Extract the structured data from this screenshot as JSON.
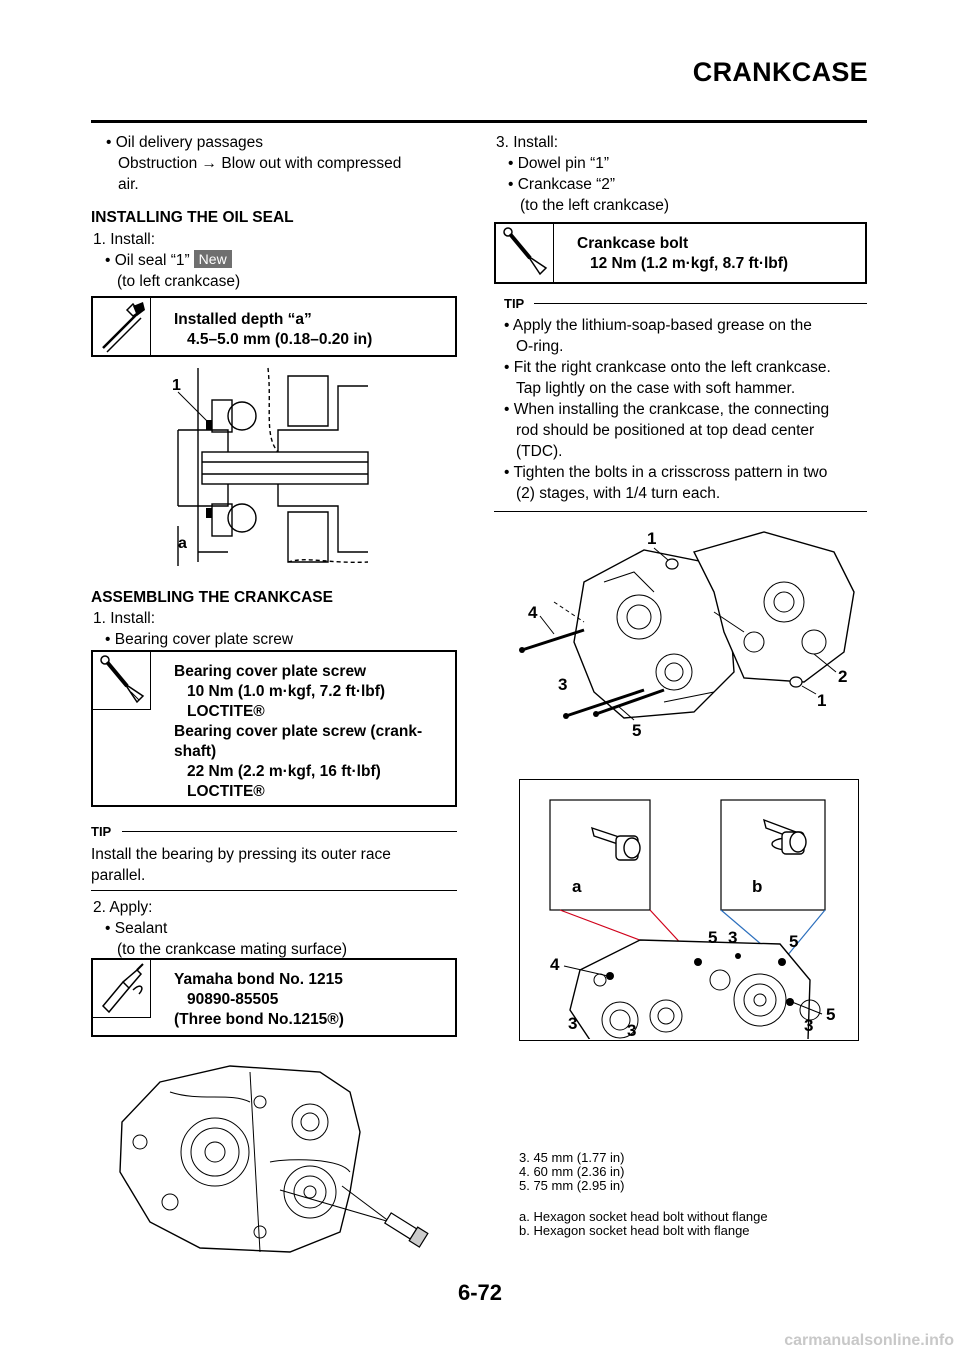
{
  "header": {
    "title": "CRANKCASE"
  },
  "left": {
    "oil_passage": {
      "bullet": "• Oil delivery passages",
      "line2": "Obstruction → Blow out with compressed",
      "line3": "air."
    },
    "oil_seal": {
      "heading": "INSTALLING THE OIL SEAL",
      "step1": "1. Install:",
      "bullet": "• Oil seal “1”",
      "badge": "New",
      "sub": "(to left crankcase)",
      "spec_title": "Installed depth “a”",
      "spec_value": "4.5–5.0 mm (0.18–0.20 in)",
      "fig_label_1": "1",
      "fig_label_a": "a"
    },
    "assembling": {
      "heading": "ASSEMBLING THE CRANKCASE",
      "step1": "1. Install:",
      "bullet": "• Bearing cover plate screw",
      "spec_lines": [
        "Bearing cover plate screw",
        "10 Nm (1.0 m·kgf, 7.2 ft·lbf)",
        "LOCTITE®",
        "Bearing cover plate screw (crank-",
        "shaft)",
        "22 Nm (2.2 m·kgf, 16 ft·lbf)",
        "LOCTITE®"
      ],
      "tip_label": "TIP",
      "tip_text_1": "Install the bearing by pressing its outer race",
      "tip_text_2": "parallel.",
      "step2": "2. Apply:",
      "bullet2": "• Sealant",
      "sub2": "(to the crankcase mating surface)",
      "spec2_lines": [
        "Yamaha bond No. 1215",
        "90890-85505",
        "(Three bond No.1215®)"
      ]
    }
  },
  "right": {
    "step3": "3. Install:",
    "bullets": [
      "• Dowel pin “1”",
      "• Crankcase “2”"
    ],
    "sub": "(to the left crankcase)",
    "spec_title": "Crankcase bolt",
    "spec_value": "12 Nm (1.2 m·kgf, 8.7 ft·lbf)",
    "tip_label": "TIP",
    "tips": [
      [
        "• Apply the lithium-soap-based grease on the",
        "O-ring."
      ],
      [
        "• Fit the right crankcase onto the left crankcase.",
        "Tap lightly on the case with soft hammer."
      ],
      [
        "• When installing the crankcase, the connecting",
        "rod should be positioned at top dead center",
        "(TDC)."
      ],
      [
        "• Tighten the bolts in a crisscross pattern in two",
        "(2) stages, with 1/4 turn each."
      ]
    ],
    "fig1_labels": {
      "l1a": "1",
      "l4": "4",
      "l3": "3",
      "l5": "5",
      "l2": "2",
      "l1b": "1"
    },
    "fig2_labels": {
      "a": "a",
      "b": "b",
      "n5a": "5",
      "n3a": "3",
      "n5b": "5",
      "n4": "4",
      "n5c": "5",
      "n3b": "3",
      "n3c": "3",
      "n3d": "3"
    },
    "legend_numbers": [
      "3. 45 mm (1.77 in)",
      "4. 60 mm (2.36 in)",
      "5. 75 mm (2.95 in)"
    ],
    "legend_letters": [
      "a. Hexagon socket head bolt without flange",
      "b. Hexagon socket head bolt with flange"
    ]
  },
  "footer": {
    "page": "6-72",
    "watermark": "carmanualsonline.info"
  }
}
